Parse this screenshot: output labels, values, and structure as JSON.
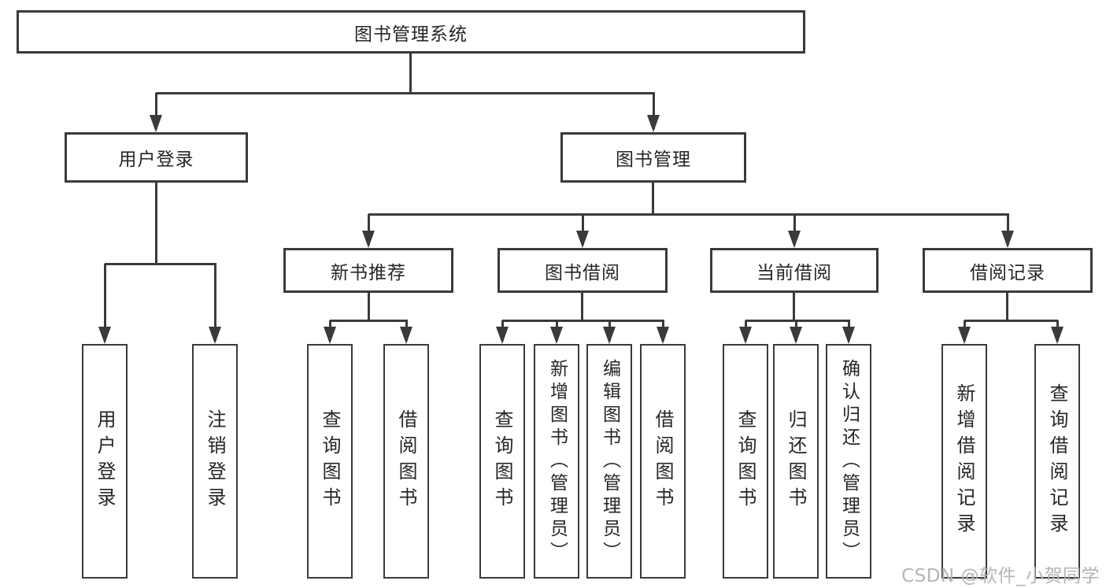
{
  "tree": {
    "root": {
      "label": "图书管理系统"
    },
    "children": [
      {
        "label": "用户登录",
        "children": [
          {
            "label": "用户登录"
          },
          {
            "label": "注销登录"
          }
        ]
      },
      {
        "label": "图书管理",
        "children": [
          {
            "label": "新书推荐",
            "children": [
              {
                "label": "查询图书"
              },
              {
                "label": "借阅图书"
              }
            ]
          },
          {
            "label": "图书借阅",
            "children": [
              {
                "label": "查询图书"
              },
              {
                "label": "新增图书（管理员）"
              },
              {
                "label": "编辑图书（管理员）"
              },
              {
                "label": "借阅图书"
              }
            ]
          },
          {
            "label": "当前借阅",
            "children": [
              {
                "label": "查询图书"
              },
              {
                "label": "归还图书"
              },
              {
                "label": "确认归还（管理员）"
              }
            ]
          },
          {
            "label": "借阅记录",
            "children": [
              {
                "label": "新增借阅记录"
              },
              {
                "label": "查询借阅记录"
              }
            ]
          }
        ]
      }
    ]
  },
  "watermark": {
    "text": "CSDN @软件_小贺同学"
  },
  "colors": {
    "line": "#3a3a3a",
    "text": "#262626",
    "watermark": "#b5b5b5",
    "background": "#ffffff"
  }
}
